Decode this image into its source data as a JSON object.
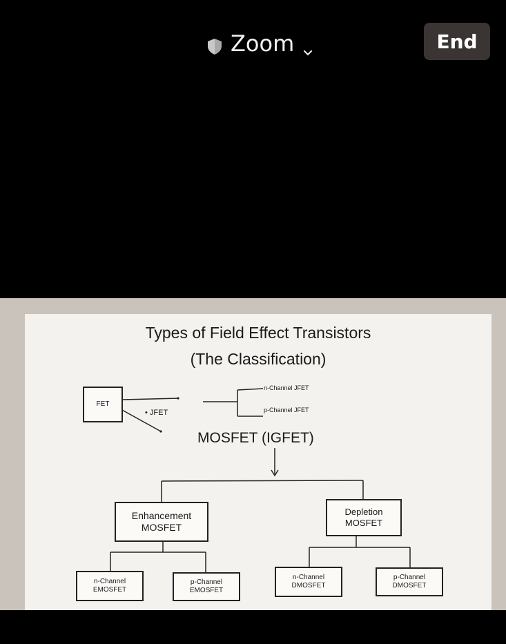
{
  "header": {
    "meeting_title": "Zoom",
    "end_label": "End",
    "icons": {
      "security": "shield-icon",
      "dropdown": "chevron-down-icon"
    }
  },
  "slide": {
    "title_line1": "Types of Field Effect Transistors",
    "title_line2": "(The Classification)",
    "fet_label": "FET",
    "jfet_label": "• JFET",
    "n_channel_jfet": "n-Channel JFET",
    "p_channel_jfet": "p-Channel JFET",
    "mosfet_label": "MOSFET (IGFET)",
    "enhancement": {
      "line1": "Enhancement",
      "line2": "MOSFET"
    },
    "depletion": {
      "line1": "Depletion",
      "line2": "MOSFET"
    },
    "n_emosfet": {
      "line1": "n-Channel",
      "line2": "EMOSFET"
    },
    "p_emosfet": {
      "line1": "p-Channel",
      "line2": "EMOSFET"
    },
    "n_dmosfet": {
      "line1": "n-Channel",
      "line2": "DMOSFET"
    },
    "p_dmosfet": {
      "line1": "p-Channel",
      "line2": "DMOSFET"
    }
  },
  "colors": {
    "background": "#000000",
    "end_button": "#3a3433",
    "slide": "#f4f2ee"
  }
}
